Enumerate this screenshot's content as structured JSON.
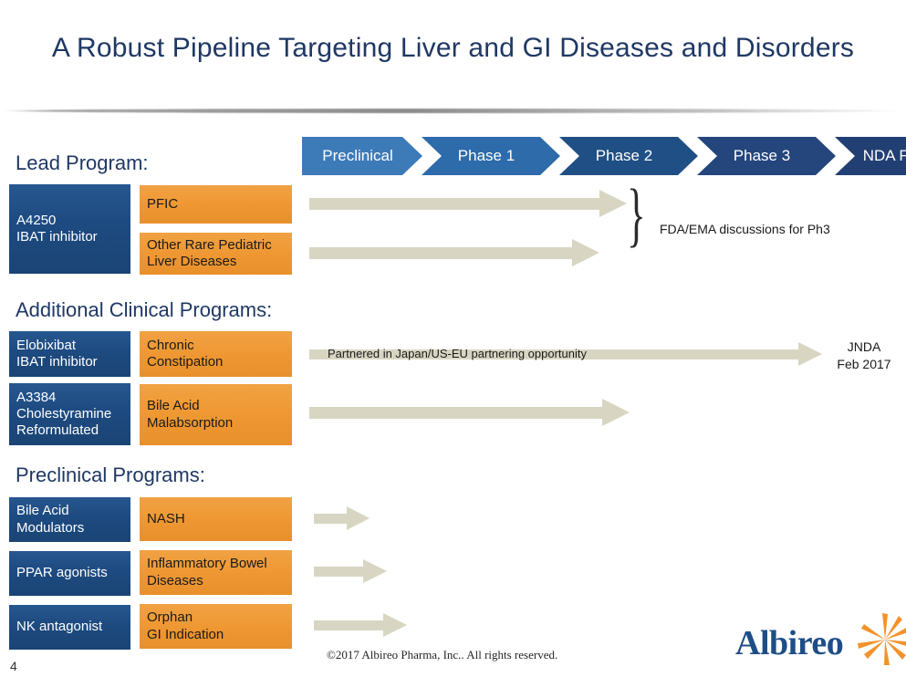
{
  "slide": {
    "title": "A Robust Pipeline Targeting Liver and GI Diseases and Disorders",
    "page_number": "4",
    "copyright": "©2017 Albireo Pharma, Inc..  All rights reserved.",
    "logo_text": "Albireo",
    "colors": {
      "title_blue": "#1f3864",
      "program_blue": "#1d4a80",
      "indication_orange": "#ef9833",
      "arrow_beige": "#d8d6c2",
      "logo_orange": "#f3922a"
    }
  },
  "phases": [
    {
      "label": "Preclinical",
      "color": "#3d7ab8"
    },
    {
      "label": "Phase 1",
      "color": "#2d6bab"
    },
    {
      "label": "Phase 2",
      "color": "#1f4f84"
    },
    {
      "label": "Phase 3",
      "color": "#25467c"
    },
    {
      "label": "NDA Filed",
      "color": "#223f73"
    }
  ],
  "sections": [
    {
      "heading": "Lead Program:",
      "rows": [
        {
          "program_lines": [
            "A4250",
            "IBAT inhibitor"
          ],
          "indications": [
            {
              "lines": [
                "PFIC"
              ]
            },
            {
              "lines": [
                "Other Rare Pediatric",
                "Liver Diseases"
              ]
            }
          ]
        }
      ],
      "annotation": "FDA/EMA discussions for Ph3"
    },
    {
      "heading": "Additional Clinical Programs:",
      "rows": [
        {
          "program_lines": [
            "Elobixibat",
            "IBAT inhibitor"
          ],
          "indications": [
            {
              "lines": [
                "Chronic",
                "Constipation"
              ]
            }
          ],
          "arrow_label": "Partnered in Japan/US-EU partnering opportunity",
          "milestone": [
            "JNDA",
            "Feb 2017"
          ]
        },
        {
          "program_lines": [
            "A3384",
            "Cholestyramine",
            "Reformulated"
          ],
          "indications": [
            {
              "lines": [
                "Bile Acid",
                "Malabsorption"
              ]
            }
          ]
        }
      ]
    },
    {
      "heading": "Preclinical Programs:",
      "rows": [
        {
          "program_lines": [
            "Bile Acid",
            "Modulators"
          ],
          "indications": [
            {
              "lines": [
                "NASH"
              ]
            }
          ]
        },
        {
          "program_lines": [
            "PPAR agonists"
          ],
          "indications": [
            {
              "lines": [
                "Inflammatory Bowel",
                "Diseases"
              ]
            }
          ]
        },
        {
          "program_lines": [
            "NK antagonist"
          ],
          "indications": [
            {
              "lines": [
                "Orphan",
                "GI Indication"
              ]
            }
          ]
        }
      ]
    }
  ]
}
